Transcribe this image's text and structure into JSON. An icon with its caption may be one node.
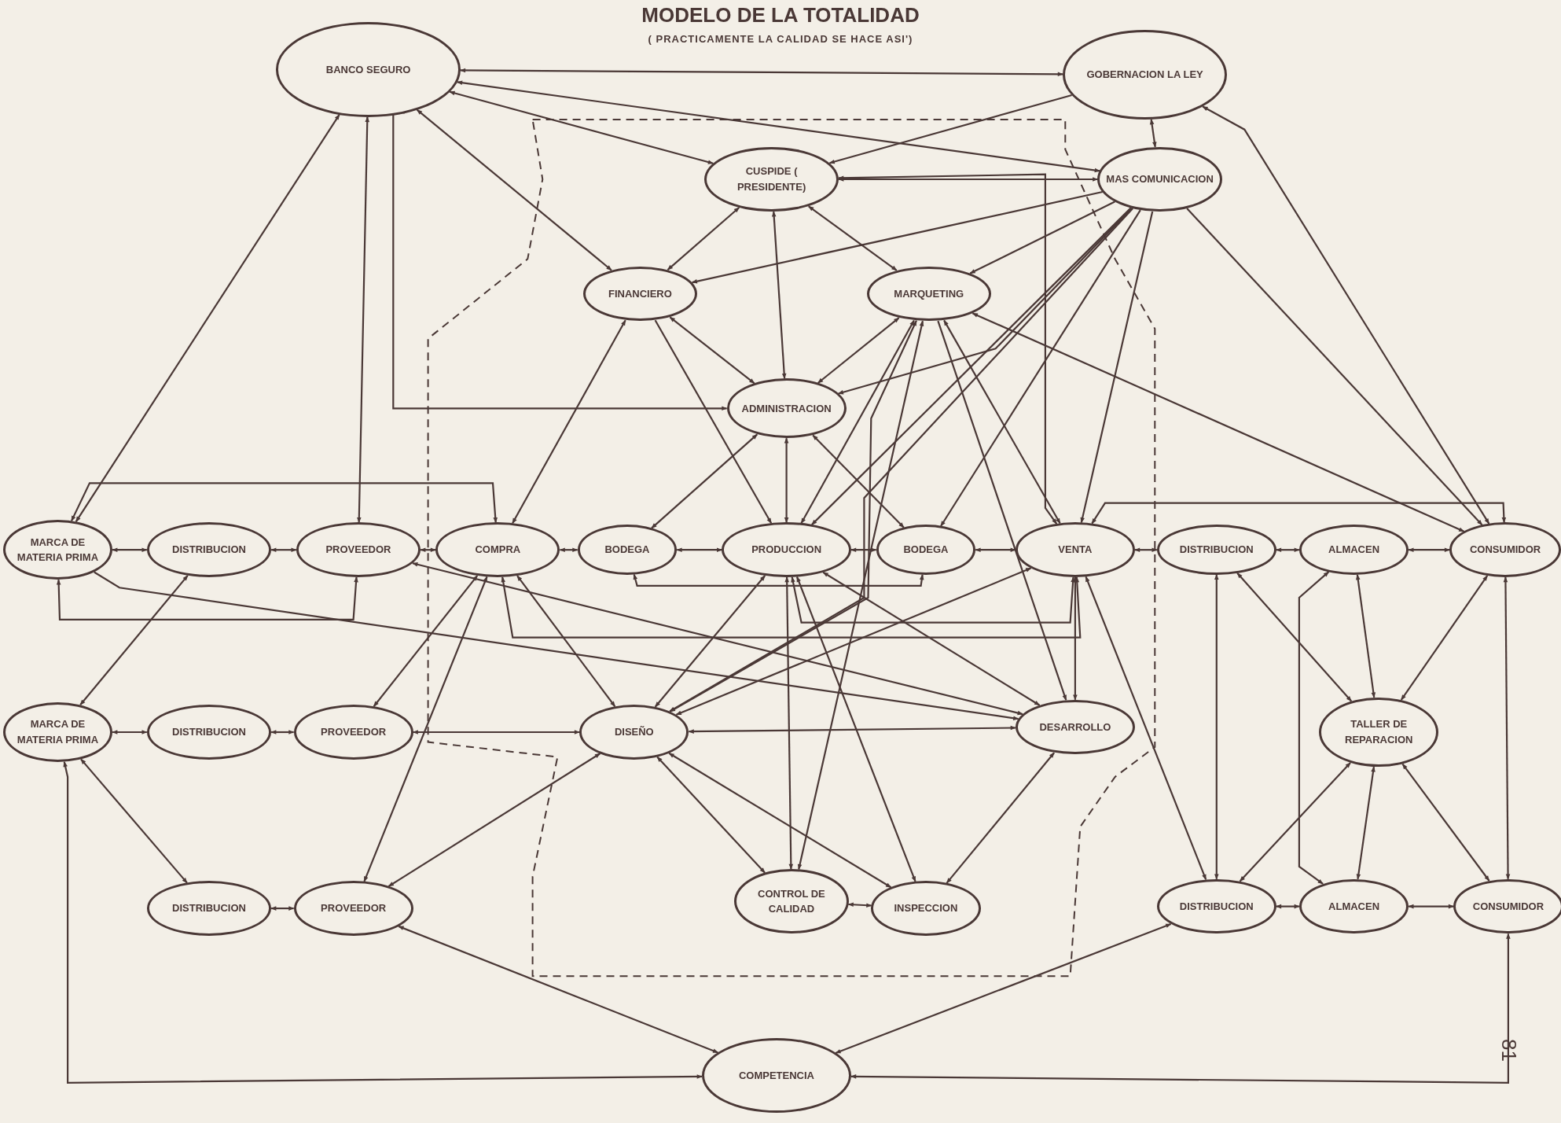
{
  "diagram": {
    "title": "MODELO DE LA TOTALIDAD",
    "nodes": [
      {
        "text": [
          "BANCO SEGURO"
        ]
      },
      {
        "text": [
          "GOBERNACION LA LEY"
        ]
      },
      {
        "text": [
          "CUSPIDE ( PRESIDENTE)"
        ]
      },
      {
        "text": [
          "MAS COMUNICACION"
        ]
      },
      {
        "text": [
          "FINANCIERO"
        ]
      },
      {
        "text": [
          "MARQUETING"
        ]
      },
      {
        "text": [
          "ADMINISTRACION"
        ]
      },
      {
        "text": [
          "MARCA DE MATERIA PRIMA"
        ]
      },
      {
        "text": [
          "DISTRIBUCION"
        ]
      },
      {
        "text": [
          "PROVEEDOR"
        ]
      },
      {
        "text": [
          "COMPRA"
        ]
      },
      {
        "text": [
          "BODEGA"
        ]
      },
      {
        "text": [
          "PRODUCCION"
        ]
      },
      {
        "text": [
          "BODEGA"
        ]
      },
      {
        "text": [
          "VENTA"
        ]
      },
      {
        "text": [
          "DISTRIBUCION"
        ]
      },
      {
        "text": [
          "ALMACEN"
        ]
      },
      {
        "text": [
          "CONSUMIDOR"
        ]
      },
      {
        "text": [
          "MARCA DE MATERIA PRIMA"
        ]
      },
      {
        "text": [
          "DISTRIBUCION"
        ]
      },
      {
        "text": [
          "PROVEEDOR"
        ]
      },
      {
        "text": [
          "DISEÑO"
        ]
      },
      {
        "text": [
          "DESARROLLO"
        ]
      },
      {
        "text": [
          "TALLER DE REPARACION"
        ]
      },
      {
        "text": [
          "DISTRIBUCION"
        ]
      },
      {
        "text": [
          "PROVEEDOR"
        ]
      },
      {
        "text": [
          "CONTROL DE CALIDAD"
        ]
      },
      {
        "text": [
          "INSPECCION"
        ]
      },
      {
        "text": [
          "DISTRIBUCION"
        ]
      },
      {
        "text": [
          "ALMACEN"
        ]
      },
      {
        "text": [
          "CONSUMIDOR"
        ]
      },
      {
        "text": [
          "COMPETENCIA"
        ]
      }
    ],
    "edges": [
      {
        "from": 0,
        "to": 1,
        "arrow": "both"
      },
      {
        "from": 0,
        "to": 2,
        "arrow": "both"
      },
      {
        "from": 0,
        "to": 4,
        "arrow": "both"
      },
      {
        "from": 0,
        "to": 7,
        "arrow": "both"
      },
      {
        "from": 0,
        "to": 9,
        "arrow": "both"
      },
      {
        "from": 0,
        "to": 6,
        "arrow": "both"
      },
      {
        "from": 0,
        "to": 3,
        "arrow": "both"
      },
      {
        "from": 1,
        "to": 3,
        "arrow": "both"
      },
      {
        "from": 1,
        "to": 2,
        "arrow": "to"
      },
      {
        "from": 1,
        "to": 17,
        "arrow": "both"
      },
      {
        "from": 2,
        "to": 4,
        "arrow": "both"
      },
      {
        "from": 2,
        "to": 5,
        "arrow": "both"
      },
      {
        "from": 2,
        "to": 6,
        "arrow": "both"
      },
      {
        "from": 2,
        "to": 3,
        "arrow": "both"
      },
      {
        "from": 2,
        "to": 14,
        "arrow": "both"
      },
      {
        "from": 3,
        "to": 4,
        "arrow": "to"
      },
      {
        "from": 3,
        "to": 5,
        "arrow": "to"
      },
      {
        "from": 3,
        "to": 6,
        "arrow": "to"
      },
      {
        "from": 3,
        "to": 12,
        "arrow": "to"
      },
      {
        "from": 3,
        "to": 13,
        "arrow": "to"
      },
      {
        "from": 3,
        "to": 14,
        "arrow": "to"
      },
      {
        "from": 3,
        "to": 21,
        "arrow": "to"
      },
      {
        "from": 3,
        "to": 17,
        "arrow": "to"
      },
      {
        "from": 4,
        "to": 6,
        "arrow": "both"
      },
      {
        "from": 4,
        "to": 10,
        "arrow": "both"
      },
      {
        "from": 4,
        "to": 12,
        "arrow": "to"
      },
      {
        "from": 5,
        "to": 6,
        "arrow": "both"
      },
      {
        "from": 5,
        "to": 12,
        "arrow": "both"
      },
      {
        "from": 5,
        "to": 14,
        "arrow": "both"
      },
      {
        "from": 5,
        "to": 22,
        "arrow": "to"
      },
      {
        "from": 5,
        "to": 21,
        "arrow": "both"
      },
      {
        "from": 5,
        "to": 26,
        "arrow": "both"
      },
      {
        "from": 5,
        "to": 17,
        "arrow": "both"
      },
      {
        "from": 6,
        "to": 11,
        "arrow": "both"
      },
      {
        "from": 6,
        "to": 12,
        "arrow": "both"
      },
      {
        "from": 6,
        "to": 13,
        "arrow": "both"
      },
      {
        "from": 7,
        "to": 8,
        "arrow": "both"
      },
      {
        "from": 8,
        "to": 9,
        "arrow": "both"
      },
      {
        "from": 9,
        "to": 10,
        "arrow": "both"
      },
      {
        "from": 10,
        "to": 11,
        "arrow": "both"
      },
      {
        "from": 11,
        "to": 12,
        "arrow": "both"
      },
      {
        "from": 12,
        "to": 13,
        "arrow": "both"
      },
      {
        "from": 13,
        "to": 14,
        "arrow": "both"
      },
      {
        "from": 14,
        "to": 15,
        "arrow": "both"
      },
      {
        "from": 15,
        "to": 16,
        "arrow": "both"
      },
      {
        "from": 16,
        "to": 17,
        "arrow": "both"
      },
      {
        "from": 7,
        "to": 10,
        "arrow": "both"
      },
      {
        "from": 7,
        "to": 9,
        "arrow": "both"
      },
      {
        "from": 11,
        "to": 13,
        "arrow": "both"
      },
      {
        "from": 10,
        "to": 14,
        "arrow": "both"
      },
      {
        "from": 12,
        "to": 14,
        "arrow": "both"
      },
      {
        "from": 14,
        "to": 17,
        "arrow": "both"
      },
      {
        "from": 7,
        "to": 22,
        "arrow": "to"
      },
      {
        "from": 10,
        "to": 21,
        "arrow": "both"
      },
      {
        "from": 10,
        "to": 25,
        "arrow": "both"
      },
      {
        "from": 12,
        "to": 21,
        "arrow": "both"
      },
      {
        "from": 12,
        "to": 26,
        "arrow": "both"
      },
      {
        "from": 12,
        "to": 27,
        "arrow": "both"
      },
      {
        "from": 12,
        "to": 22,
        "arrow": "both"
      },
      {
        "from": 14,
        "to": 21,
        "arrow": "both"
      },
      {
        "from": 14,
        "to": 22,
        "arrow": "both"
      },
      {
        "from": 14,
        "to": 28,
        "arrow": "both"
      },
      {
        "from": 9,
        "to": 22,
        "arrow": "both"
      },
      {
        "from": 18,
        "to": 19,
        "arrow": "both"
      },
      {
        "from": 19,
        "to": 20,
        "arrow": "both"
      },
      {
        "from": 20,
        "to": 21,
        "arrow": "both"
      },
      {
        "from": 21,
        "to": 22,
        "arrow": "both"
      },
      {
        "from": 21,
        "to": 26,
        "arrow": "both"
      },
      {
        "from": 21,
        "to": 27,
        "arrow": "both"
      },
      {
        "from": 22,
        "to": 27,
        "arrow": "both"
      },
      {
        "from": 26,
        "to": 27,
        "arrow": "both"
      },
      {
        "from": 24,
        "to": 25,
        "arrow": "both"
      },
      {
        "from": 18,
        "to": 24,
        "arrow": "both"
      },
      {
        "from": 18,
        "to": 8,
        "arrow": "both"
      },
      {
        "from": 20,
        "to": 10,
        "arrow": "both"
      },
      {
        "from": 25,
        "to": 21,
        "arrow": "both"
      },
      {
        "from": 25,
        "to": 31,
        "arrow": "both"
      },
      {
        "from": 31,
        "to": 28,
        "arrow": "both"
      },
      {
        "from": 31,
        "to": 18,
        "arrow": "both"
      },
      {
        "from": 31,
        "to": 30,
        "arrow": "both"
      },
      {
        "from": 28,
        "to": 29,
        "arrow": "both"
      },
      {
        "from": 29,
        "to": 30,
        "arrow": "both"
      },
      {
        "from": 15,
        "to": 23,
        "arrow": "both"
      },
      {
        "from": 16,
        "to": 23,
        "arrow": "both"
      },
      {
        "from": 17,
        "to": 23,
        "arrow": "both"
      },
      {
        "from": 23,
        "to": 28,
        "arrow": "both"
      },
      {
        "from": 23,
        "to": 29,
        "arrow": "both"
      },
      {
        "from": 23,
        "to": 30,
        "arrow": "both"
      },
      {
        "from": 15,
        "to": 28,
        "arrow": "both"
      },
      {
        "from": 16,
        "to": 29,
        "arrow": "both"
      },
      {
        "from": 17,
        "to": 30,
        "arrow": "both"
      }
    ],
    "labels": [
      "( PRACTICAMENTE LA CALIDAD SE HACE ASI')",
      "81"
    ]
  }
}
